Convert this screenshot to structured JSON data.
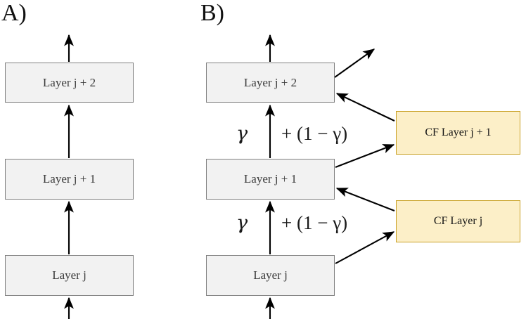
{
  "figure": {
    "panels": [
      {
        "label": "A)",
        "boxes": [
          {
            "name": "layer-j-plus-2",
            "text": "Layer j + 2"
          },
          {
            "name": "layer-j-plus-1",
            "text": "Layer j + 1"
          },
          {
            "name": "layer-j",
            "text": "Layer j"
          }
        ]
      },
      {
        "label": "B)",
        "boxes": [
          {
            "name": "layer-j-plus-2",
            "text": "Layer j + 2"
          },
          {
            "name": "layer-j-plus-1",
            "text": "Layer j + 1"
          },
          {
            "name": "layer-j",
            "text": "Layer j"
          }
        ],
        "cf_boxes": [
          {
            "name": "cf-layer-j-plus-1",
            "text": "CF Layer j + 1"
          },
          {
            "name": "cf-layer-j",
            "text": "CF Layer j"
          }
        ],
        "formulas": [
          {
            "name": "gamma-blend-upper",
            "gamma": "γ",
            "rest": "+ (1 − γ)"
          },
          {
            "name": "gamma-blend-lower",
            "gamma": "γ",
            "rest": "+ (1 − γ)"
          }
        ]
      }
    ],
    "colors": {
      "layer_fill": "#f2f2f2",
      "layer_border": "#808080",
      "cf_fill": "#fcefc8",
      "cf_border": "#c9a227",
      "arrow": "#000000",
      "background": "#ffffff"
    }
  }
}
